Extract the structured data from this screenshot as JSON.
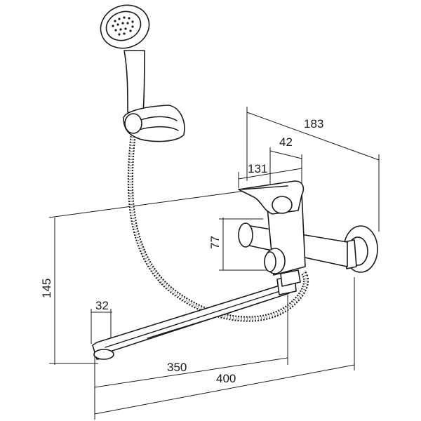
{
  "dimensions": {
    "overall_depth": "183",
    "outlet_offset": "42",
    "handle_reach": "131",
    "switch_height": "77",
    "spout_height": "145",
    "spout_tip": "32",
    "spout_reach": "350",
    "overall_length": "400"
  },
  "colors": {
    "line": "#1a1a1a",
    "background": "#ffffff"
  },
  "icons": {
    "shower_head": "shower-head-icon",
    "hose": "hose-icon",
    "spout": "spout-icon",
    "mixer": "mixer-body-icon"
  }
}
